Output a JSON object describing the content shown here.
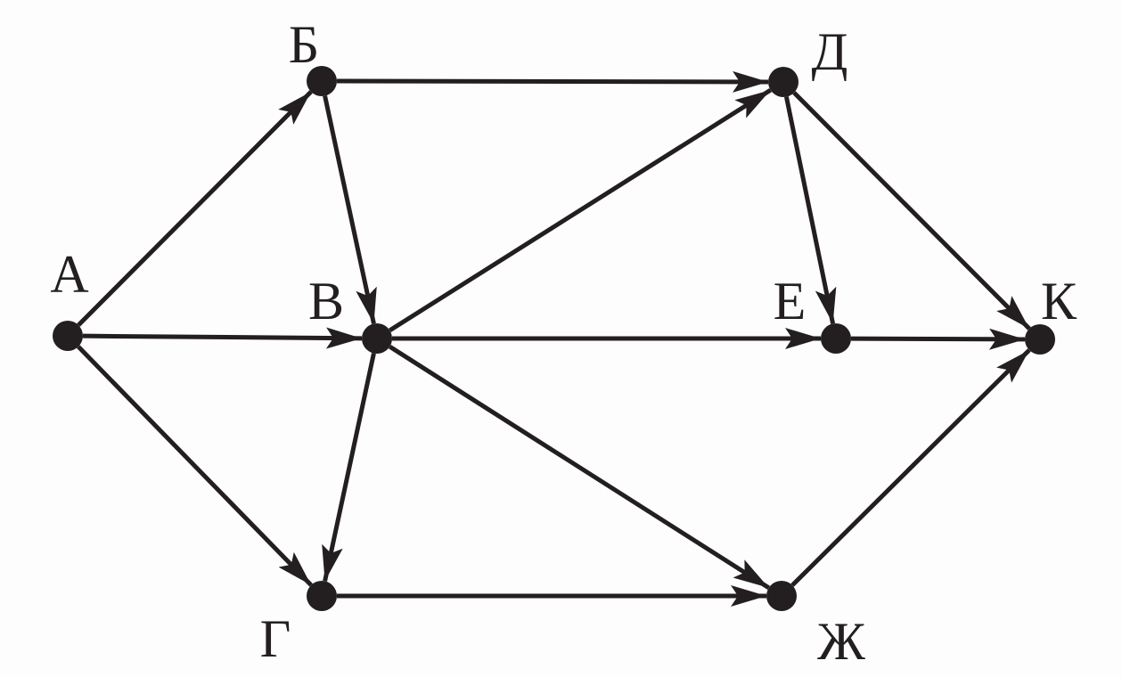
{
  "graph": {
    "nodes": [
      {
        "id": "A",
        "label": "А"
      },
      {
        "id": "B",
        "label": "Б"
      },
      {
        "id": "V",
        "label": "В"
      },
      {
        "id": "G",
        "label": "Г"
      },
      {
        "id": "D",
        "label": "Д"
      },
      {
        "id": "E",
        "label": "Е"
      },
      {
        "id": "Zh",
        "label": "Ж"
      },
      {
        "id": "K",
        "label": "К"
      }
    ],
    "edges": [
      {
        "from": "A",
        "to": "B"
      },
      {
        "from": "A",
        "to": "V"
      },
      {
        "from": "A",
        "to": "G"
      },
      {
        "from": "B",
        "to": "D"
      },
      {
        "from": "B",
        "to": "V"
      },
      {
        "from": "V",
        "to": "D"
      },
      {
        "from": "V",
        "to": "E"
      },
      {
        "from": "V",
        "to": "G"
      },
      {
        "from": "V",
        "to": "Zh"
      },
      {
        "from": "D",
        "to": "E"
      },
      {
        "from": "D",
        "to": "K"
      },
      {
        "from": "E",
        "to": "K"
      },
      {
        "from": "G",
        "to": "Zh"
      },
      {
        "from": "Zh",
        "to": "K"
      }
    ],
    "colors": {
      "ink": "#231f20",
      "background": "#fdfdfd"
    }
  }
}
